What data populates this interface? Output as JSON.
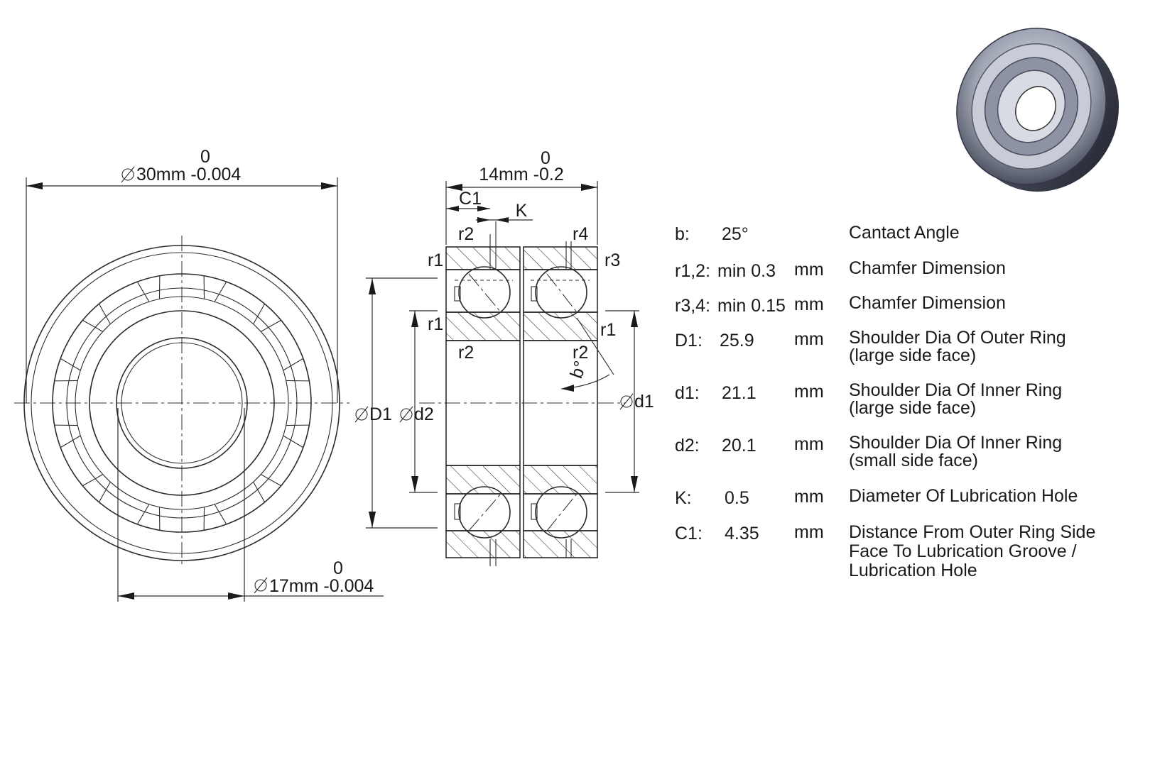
{
  "drawing": {
    "outer_dia_tol": "0",
    "outer_dia": "30mm -0.004",
    "bore_tol": "0",
    "bore": "17mm -0.004",
    "width_tol": "0",
    "width": "14mm -0.2",
    "labels": {
      "c1": "C1",
      "k": "K",
      "r2_top": "r2",
      "r4": "r4",
      "r1_top": "r1",
      "r3": "r3",
      "r1_mid_left": "r1",
      "r2_mid_left": "r2",
      "r1_mid_right": "r1",
      "r2_mid_right": "r2",
      "angle": "b°",
      "d1_big": "D1",
      "d2": "d2",
      "d1_small": "d1"
    }
  },
  "specs": [
    {
      "sym": "b:",
      "val": "25°",
      "unit": "",
      "desc": [
        "Cantact Angle"
      ]
    },
    {
      "sym": "r1,2:",
      "val": "min 0.3",
      "unit": "mm",
      "desc": [
        "Chamfer Dimension"
      ]
    },
    {
      "sym": "r3,4:",
      "val": "min 0.15",
      "unit": "mm",
      "desc": [
        "Chamfer Dimension"
      ]
    },
    {
      "sym": "D1:",
      "val": "25.9",
      "unit": "mm",
      "desc": [
        "Shoulder Dia Of Outer Ring",
        "(large side face)"
      ]
    },
    {
      "sym": "d1:",
      "val": "21.1",
      "unit": "mm",
      "desc": [
        "Shoulder Dia Of Inner Ring",
        "(large side face)"
      ]
    },
    {
      "sym": "d2:",
      "val": "20.1",
      "unit": "mm",
      "desc": [
        "Shoulder Dia Of Inner Ring",
        "(small side face)"
      ]
    },
    {
      "sym": "K:",
      "val": "0.5",
      "unit": "mm",
      "desc": [
        "Diameter Of Lubrication Hole"
      ]
    },
    {
      "sym": "C1:",
      "val": "4.35",
      "unit": "mm",
      "desc": [
        "Distance From Outer Ring Side",
        "Face To Lubrication Groove /",
        "Lubrication Hole"
      ]
    }
  ]
}
